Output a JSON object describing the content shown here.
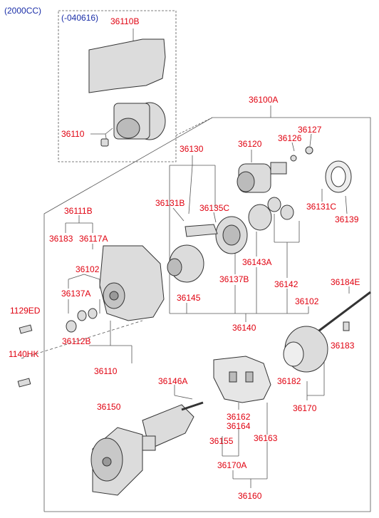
{
  "header": {
    "engine_label": "(2000CC)",
    "inset_label": "(-040616)"
  },
  "colors": {
    "label_red": "#e0000f",
    "label_blue": "#1a2ea8",
    "line": "#555555",
    "part_fill": "#dcdcdc",
    "part_stroke": "#333333"
  },
  "parts": {
    "p36110B": "36110B",
    "p36110_inset": "36110",
    "p36100A": "36100A",
    "p36130": "36130",
    "p36120": "36120",
    "p36126": "36126",
    "p36127": "36127",
    "p36111B": "36111B",
    "p36131B": "36131B",
    "p36135C": "36135C",
    "p36131C": "36131C",
    "p36139": "36139",
    "p36183_top": "36183",
    "p36117A": "36117A",
    "p36143A": "36143A",
    "p36102_top": "36102",
    "p36137B": "36137B",
    "p36142": "36142",
    "p36137A": "36137A",
    "p36184E": "36184E",
    "p36145": "36145",
    "p36102_mid": "36102",
    "p1129ED": "1129ED",
    "p36140": "36140",
    "p36112B": "36112B",
    "p36183_right": "36183",
    "p1140HK": "1140HK",
    "p36110_main": "36110",
    "p36182": "36182",
    "p36146A": "36146A",
    "p36170": "36170",
    "p36150": "36150",
    "p36162": "36162",
    "p36164": "36164",
    "p36155": "36155",
    "p36163": "36163",
    "p36170A": "36170A",
    "p36160": "36160"
  }
}
